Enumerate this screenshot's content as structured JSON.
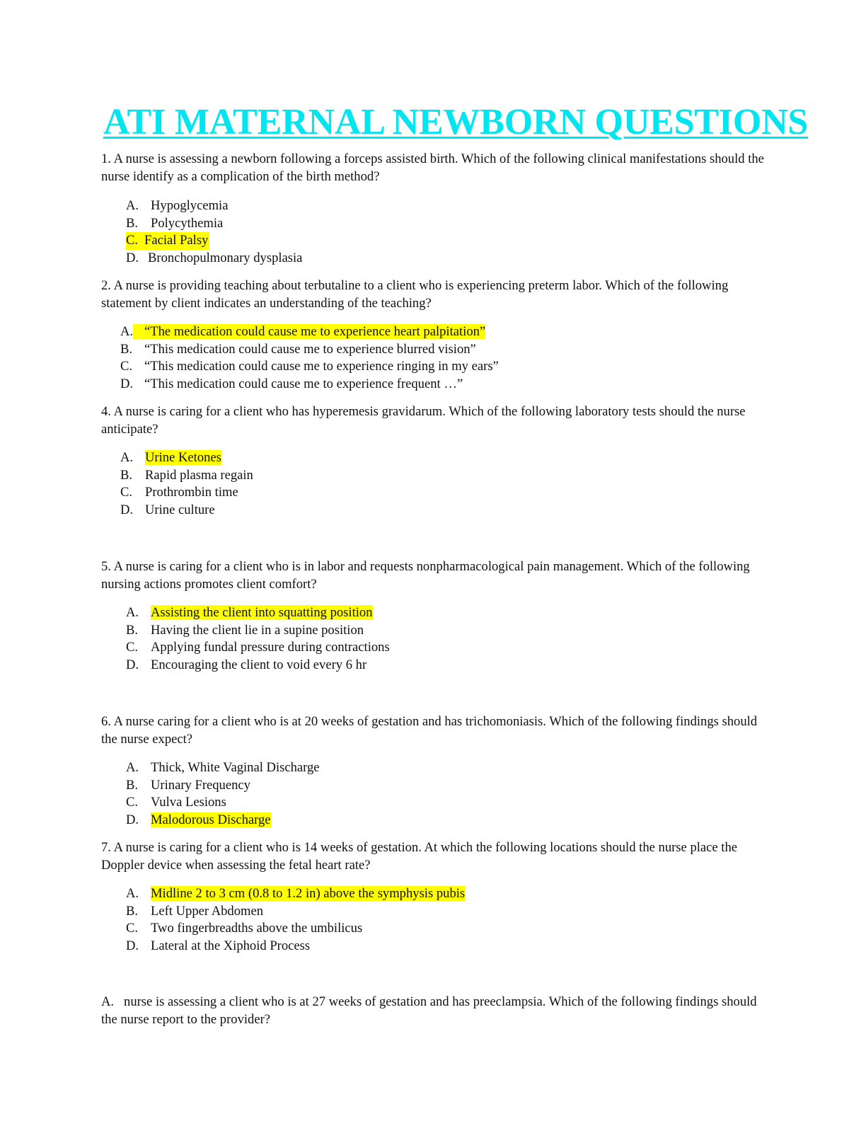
{
  "document": {
    "title": "ATI MATERNAL NEWBORN QUESTIONS",
    "highlight_color": "#ffff00",
    "title_color": "#00e5ef"
  },
  "questions": [
    {
      "text": "1. A nurse is assessing a newborn following a forceps assisted birth. Which of the following clinical manifestations should the nurse identify as a complication of the birth method?",
      "options": [
        {
          "letter": "A.",
          "text": "Hypoglycemia",
          "highlighted": false
        },
        {
          "letter": "B.",
          "text": "Polycythemia",
          "highlighted": false
        },
        {
          "letter": "C.",
          "text": "Facial Palsy",
          "highlighted": true
        },
        {
          "letter": "D.",
          "text": "Bronchopulmonary dysplasia",
          "highlighted": false
        }
      ]
    },
    {
      "text": "2. A nurse is providing teaching about terbutaline to a client who is experiencing preterm labor. Which of the following statement by client indicates an understanding of the teaching?",
      "options": [
        {
          "letter": "A.",
          "text": "“The medication could cause me to experience heart palpitation”",
          "highlighted": true
        },
        {
          "letter": "B.",
          "text": "“This medication could cause me to experience blurred vision”",
          "highlighted": false
        },
        {
          "letter": "C.",
          "text": "“This medication could cause me to experience ringing in my ears”",
          "highlighted": false
        },
        {
          "letter": "D.",
          "text": "“This medication could cause me to experience frequent …”",
          "highlighted": false
        }
      ]
    },
    {
      "text": "4. A nurse is caring for a client who has hyperemesis gravidarum. Which of the following laboratory tests should the nurse anticipate?",
      "options": [
        {
          "letter": "A.",
          "text": "Urine Ketones",
          "highlighted": true
        },
        {
          "letter": "B.",
          "text": "Rapid plasma regain",
          "highlighted": false
        },
        {
          "letter": "C.",
          "text": "Prothrombin time",
          "highlighted": false
        },
        {
          "letter": "D.",
          "text": "Urine culture",
          "highlighted": false
        }
      ]
    },
    {
      "text": "5. A nurse is caring for a client who is in labor and requests nonpharmacological pain management. Which of the following nursing actions promotes client comfort?",
      "options": [
        {
          "letter": "A.",
          "text": "Assisting the client into squatting position",
          "highlighted": true
        },
        {
          "letter": "B.",
          "text": "Having the client lie in a supine position",
          "highlighted": false
        },
        {
          "letter": "C.",
          "text": "Applying fundal pressure during contractions",
          "highlighted": false
        },
        {
          "letter": "D.",
          "text": "Encouraging the client to void every 6 hr",
          "highlighted": false
        }
      ]
    },
    {
      "text": "6. A nurse caring for a client who is at 20 weeks of gestation and has trichomoniasis. Which of the following findings should the nurse expect?",
      "options": [
        {
          "letter": "A.",
          "text": "Thick, White Vaginal Discharge",
          "highlighted": false
        },
        {
          "letter": "B.",
          "text": "Urinary Frequency",
          "highlighted": false
        },
        {
          "letter": "C.",
          "text": "Vulva Lesions",
          "highlighted": false
        },
        {
          "letter": "D.",
          "text": "Malodorous Discharge",
          "highlighted": true
        }
      ]
    },
    {
      "text": "7. A nurse is caring for a client who is 14 weeks of gestation. At which the following locations should the nurse place the Doppler device when assessing the fetal heart rate?",
      "options": [
        {
          "letter": "A.",
          "text": "Midline 2 to 3 cm (0.8 to 1.2 in) above the symphysis pubis",
          "highlighted": true
        },
        {
          "letter": "B.",
          "text": "Left Upper Abdomen",
          "highlighted": false
        },
        {
          "letter": "C.",
          "text": "Two fingerbreadths above the umbilicus",
          "highlighted": false
        },
        {
          "letter": "D.",
          "text": "Lateral at the Xiphoid Process",
          "highlighted": false
        }
      ]
    },
    {
      "text": "A.   nurse is assessing a client who is at 27 weeks of gestation and has preeclampsia. Which of the following findings should the nurse report to the provider?"
    }
  ]
}
